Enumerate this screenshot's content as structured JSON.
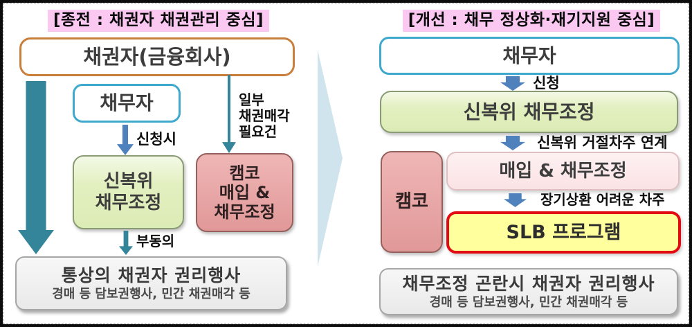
{
  "colors": {
    "header_bg": "#fbc8f2",
    "orange_border": "#c87f3b",
    "cyan_border": "#3fa9cd",
    "teal_arrow": "#34859a",
    "blue_arrow": "#4f81bd",
    "green_fill": "#e2efbf",
    "rose_fill": "#e4a2a2",
    "pale_pink_fill": "#fbe3e5",
    "yellow_fill": "#ffff9d",
    "red_border": "#e30b13",
    "gray_fill": "#ececec",
    "mid_arrow": "#cfe4ec"
  },
  "left": {
    "header": "[종전 : 채권자 채권관리 중심]",
    "creditor_box": "채권자(금융회사)",
    "debtor_box": "채무자",
    "apply_label": "신청시",
    "partial_sale_label": "일부\n채권매각\n필요건",
    "green_box": "신복위\n채무조정",
    "kamco_box": "캠코\n매입 &\n채무조정",
    "disagree_label": "부동의",
    "gray_title": "통상의 채권자 권리행사",
    "gray_sub": "경매 등 담보권행사, 민간 채권매각 등"
  },
  "right": {
    "header": "[개선 : 채무 정상화·재기지원 중심]",
    "debtor_box": "채무자",
    "apply_label": "신청",
    "green_box": "신복위 채무조정",
    "reject_label": "신복위 거절차주 연계",
    "kamco_box": "캠코",
    "purchase_box": "매입 & 채무조정",
    "longterm_label": "장기상환 어려운 차주",
    "slb_box": "SLB 프로그램",
    "gray_title": "채무조정 곤란시 채권자 권리행사",
    "gray_sub": "경매 등 담보권행사, 민간 채권매각 등"
  }
}
